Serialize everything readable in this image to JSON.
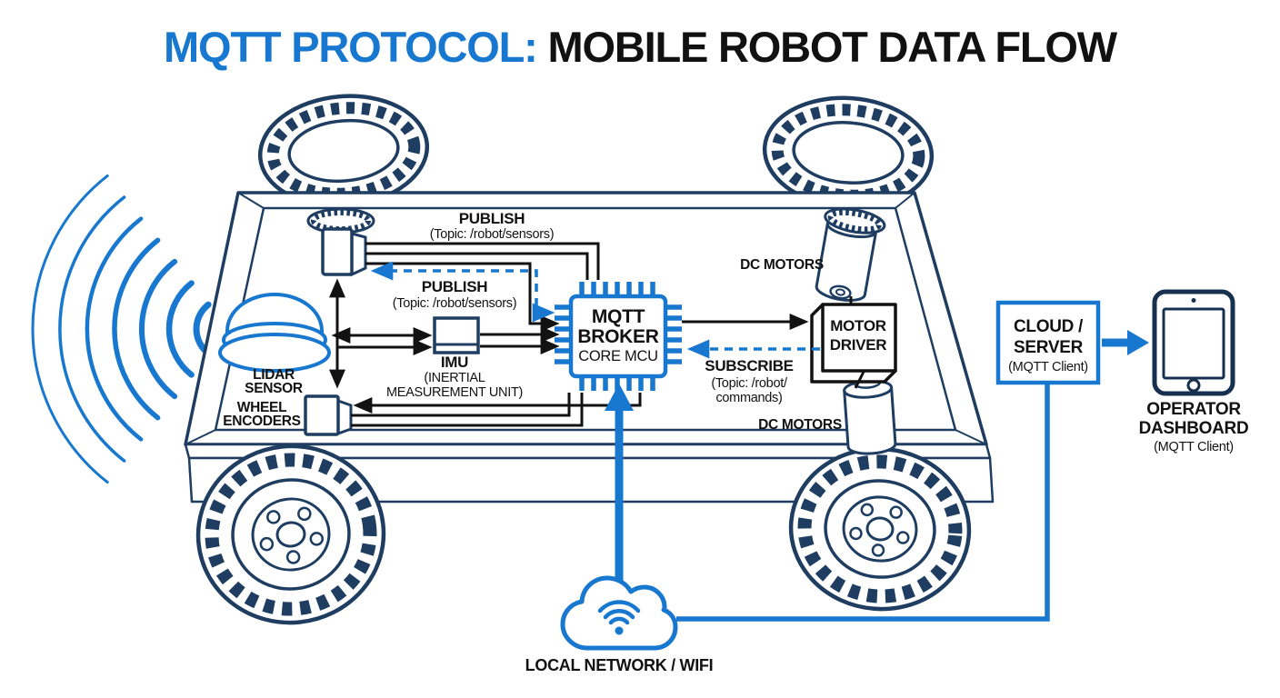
{
  "title": {
    "highlight": "MQTT PROTOCOL:",
    "rest": "MOBILE ROBOT DATA FLOW"
  },
  "colors": {
    "accent": "#1878d0",
    "outline_navy": "#1e3d61",
    "ink": "#121212",
    "background": "#ffffff"
  },
  "diagram": {
    "publish_top": {
      "name": "PUBLISH",
      "topic": "(Topic: /robot/sensors)"
    },
    "publish_mid": {
      "name": "PUBLISH",
      "topic": "(Topic: /robot/sensors)"
    },
    "subscribe": {
      "name": "SUBSCRIBE",
      "topic_line1": "(Topic: /robot/",
      "topic_line2": "commands)"
    },
    "lidar": {
      "line1": "LIDAR",
      "line2": "SENSOR"
    },
    "wheel_encoders": {
      "line1": "WHEEL",
      "line2": "ENCODERS"
    },
    "imu": {
      "name": "IMU",
      "desc_line1": "(INERTIAL",
      "desc_line2": "MEASUREMENT UNIT)"
    },
    "mqtt_broker": {
      "line1": "MQTT",
      "line2": "BROKER",
      "line3": "CORE MCU"
    },
    "motor_driver": {
      "line1": "MOTOR",
      "line2": "DRIVER"
    },
    "dc_motors_top": "DC MOTORS",
    "dc_motors_bottom": "DC MOTORS",
    "cloud_server": {
      "line1": "CLOUD /",
      "line2": "SERVER",
      "line3": "(MQTT Client)"
    },
    "operator_dashboard": {
      "line1": "OPERATOR",
      "line2": "DASHBOARD",
      "line3": "(MQTT Client)"
    },
    "local_network": "LOCAL NETWORK / WIFI"
  }
}
